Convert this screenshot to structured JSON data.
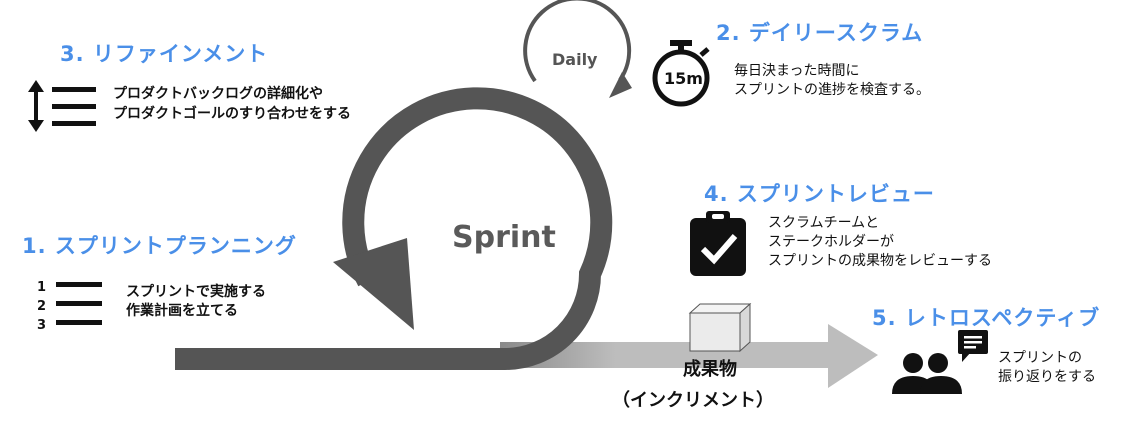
{
  "center_label": "Sprint",
  "daily_label": "Daily",
  "timer_label": "15m",
  "increment_label": "成果物",
  "increment_sub": "（インクリメント）",
  "steps": [
    {
      "title": "1. スプリントプランニング",
      "lines": [
        "スプリントで実施する",
        "作業計画を立てる"
      ],
      "icon": "numbered-list-icon"
    },
    {
      "title": "2. デイリースクラム",
      "lines": [
        "毎日決まった時間に",
        "スプリントの進捗を検査する。"
      ],
      "icon": "stopwatch-icon"
    },
    {
      "title": "3. リファインメント",
      "lines": [
        "プロダクトバックログの詳細化や",
        "プロダクトゴールのすり合わせをする"
      ],
      "icon": "reorder-list-icon"
    },
    {
      "title": "4. スプリントレビュー",
      "lines": [
        "スクラムチームと",
        "ステークホルダーが",
        "スプリントの成果物をレビューする"
      ],
      "icon": "clipboard-check-icon"
    },
    {
      "title": "5. レトロスペクティブ",
      "lines": [
        "スプリントの",
        "振り返りをする"
      ],
      "icon": "people-chat-icon"
    }
  ],
  "colors": {
    "accent": "#4a8fe8",
    "sprint_loop": "#555555",
    "increment_arrow": "#bdbdbd",
    "text": "#111111"
  }
}
